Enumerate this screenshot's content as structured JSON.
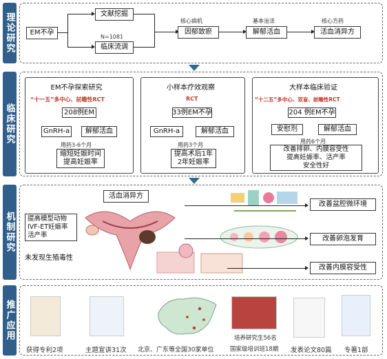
{
  "headers": {
    "theory": "理论研究",
    "clinical": "临床研究",
    "mechanism": "机制研究",
    "promotion": "推广应用"
  },
  "theory": {
    "root": "EM不孕",
    "lit": "文献挖掘",
    "clinical_survey": "临床流调",
    "n_label": "N=1081",
    "core_pathogenesis_label": "核心病机",
    "basic_method_label": "基本治法",
    "core_formula_label": "核心方药",
    "pathogenesis": "因郁致瘀",
    "method": "解郁活血",
    "formula": "活血消异方"
  },
  "clinical": {
    "p1": {
      "title": "EM不孕探索研究",
      "subtitle": "“十一五”多中心、前瞻性RCT",
      "cases": "208例EM",
      "a": "GnRH-a",
      "b": "解郁活血",
      "dur": "用药3-6个月",
      "result1": "缩短妊娠时间",
      "result2": "提高妊娠率"
    },
    "p2": {
      "title": "小样本疗效观察",
      "subtitle": "RCT",
      "cases": "33例EM不孕",
      "a": "GnRH-a",
      "b": "解郁活血",
      "dur": "用药3个月",
      "result1": "提高术后1年",
      "result2": "2年妊娠率"
    },
    "p3": {
      "title": "大样本临床验证",
      "subtitle": "“十二五”多中心、双盲、前瞻性RCT",
      "cases": "204 例EM不孕",
      "a": "安慰剂",
      "b": "解郁活血",
      "dur": "用药6个月",
      "result1": "改善排卵、内膜容受性",
      "result2": "提高妊娠率、活产率",
      "result3": "安全性好"
    }
  },
  "mechanism": {
    "formula": "活血消异方",
    "animal1": "提高模型动物",
    "animal2": "IVF-ET妊娠率",
    "animal3": "活产率",
    "notox": "未发现生殖毒性",
    "out1": "改善盆腔微环境",
    "out2": "改善卵泡发育",
    "out3": "改善内膜容受性"
  },
  "promotion": {
    "items": [
      "获得专利2项",
      "主题宣讲31次",
      "北京、广东等全国30家单位",
      "培养研究生56名",
      "国家级培训班18期",
      "发表论文80篇",
      "专著1部"
    ]
  },
  "colors": {
    "header": "#2f5f8a",
    "accent_red": "#c0392b",
    "arrow": "#2f6b8c"
  }
}
